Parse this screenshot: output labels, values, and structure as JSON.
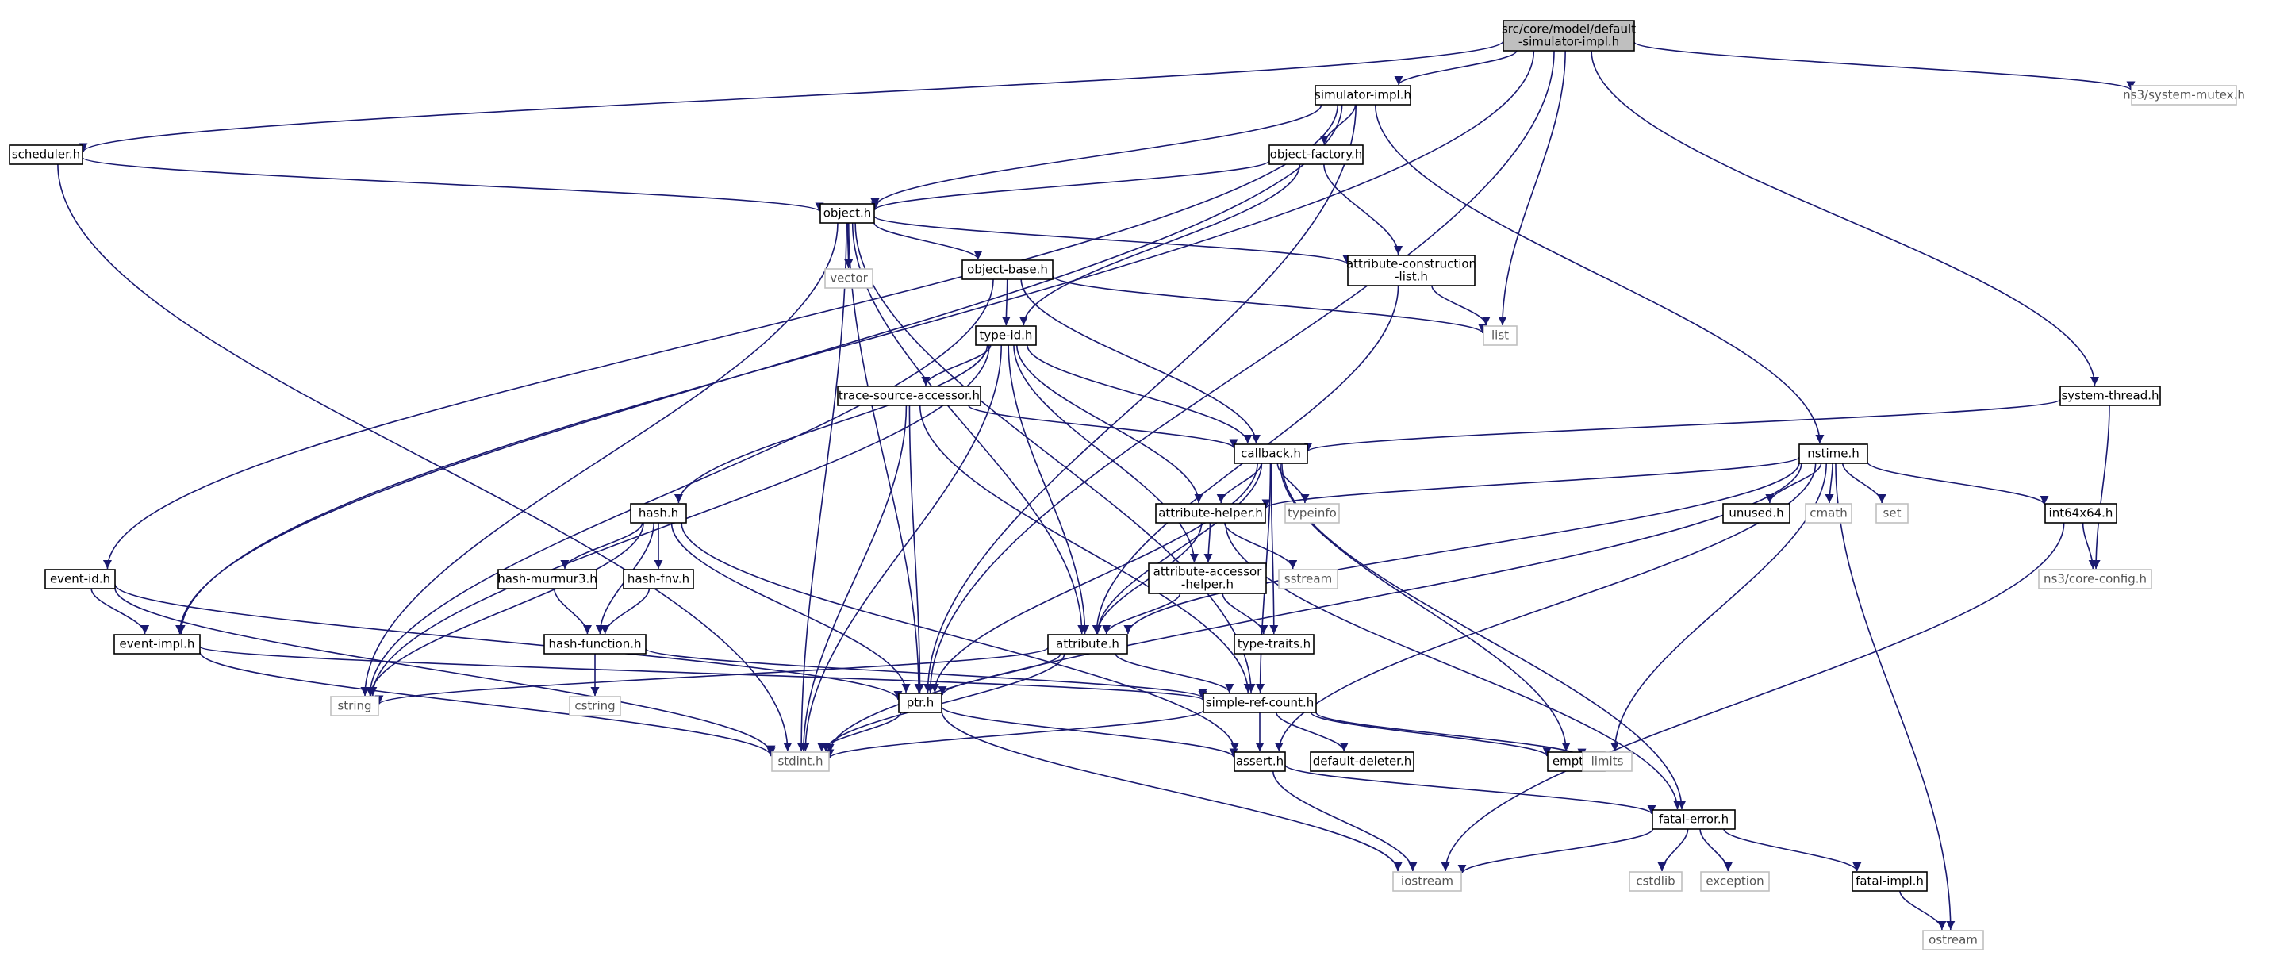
{
  "diagram": {
    "nodes": [
      {
        "id": "root",
        "lines": [
          "src/core/model/default",
          "-simulator-impl.h"
        ],
        "kind": "root"
      },
      {
        "id": "simulator_impl",
        "lines": [
          "simulator-impl.h"
        ],
        "kind": "local"
      },
      {
        "id": "system_mutex",
        "lines": [
          "ns3/system-mutex.h"
        ],
        "kind": "system"
      },
      {
        "id": "scheduler",
        "lines": [
          "scheduler.h"
        ],
        "kind": "local"
      },
      {
        "id": "object_factory",
        "lines": [
          "object-factory.h"
        ],
        "kind": "local"
      },
      {
        "id": "object",
        "lines": [
          "object.h"
        ],
        "kind": "local"
      },
      {
        "id": "vector",
        "lines": [
          "vector"
        ],
        "kind": "system"
      },
      {
        "id": "object_base",
        "lines": [
          "object-base.h"
        ],
        "kind": "local"
      },
      {
        "id": "attr_constr",
        "lines": [
          "attribute-construction",
          "-list.h"
        ],
        "kind": "local"
      },
      {
        "id": "list",
        "lines": [
          "list"
        ],
        "kind": "system"
      },
      {
        "id": "type_id",
        "lines": [
          "type-id.h"
        ],
        "kind": "local"
      },
      {
        "id": "system_thread",
        "lines": [
          "system-thread.h"
        ],
        "kind": "local"
      },
      {
        "id": "trace_source",
        "lines": [
          "trace-source-accessor.h"
        ],
        "kind": "local"
      },
      {
        "id": "callback",
        "lines": [
          "callback.h"
        ],
        "kind": "local"
      },
      {
        "id": "nstime",
        "lines": [
          "nstime.h"
        ],
        "kind": "local"
      },
      {
        "id": "hash",
        "lines": [
          "hash.h"
        ],
        "kind": "local"
      },
      {
        "id": "attr_helper",
        "lines": [
          "attribute-helper.h"
        ],
        "kind": "local"
      },
      {
        "id": "typeinfo",
        "lines": [
          "typeinfo"
        ],
        "kind": "system"
      },
      {
        "id": "unused",
        "lines": [
          "unused.h"
        ],
        "kind": "local"
      },
      {
        "id": "cmath",
        "lines": [
          "cmath"
        ],
        "kind": "system"
      },
      {
        "id": "set",
        "lines": [
          "set"
        ],
        "kind": "system"
      },
      {
        "id": "int64x64",
        "lines": [
          "int64x64.h"
        ],
        "kind": "local"
      },
      {
        "id": "event_id",
        "lines": [
          "event-id.h"
        ],
        "kind": "local"
      },
      {
        "id": "hash_murmur3",
        "lines": [
          "hash-murmur3.h"
        ],
        "kind": "local"
      },
      {
        "id": "hash_fnv",
        "lines": [
          "hash-fnv.h"
        ],
        "kind": "local"
      },
      {
        "id": "attr_accessor",
        "lines": [
          "attribute-accessor",
          "-helper.h"
        ],
        "kind": "local"
      },
      {
        "id": "sstream",
        "lines": [
          "sstream"
        ],
        "kind": "system"
      },
      {
        "id": "core_config",
        "lines": [
          "ns3/core-config.h"
        ],
        "kind": "system"
      },
      {
        "id": "event_impl",
        "lines": [
          "event-impl.h"
        ],
        "kind": "local"
      },
      {
        "id": "hash_function",
        "lines": [
          "hash-function.h"
        ],
        "kind": "local"
      },
      {
        "id": "attribute",
        "lines": [
          "attribute.h"
        ],
        "kind": "local"
      },
      {
        "id": "type_traits",
        "lines": [
          "type-traits.h"
        ],
        "kind": "local"
      },
      {
        "id": "string",
        "lines": [
          "string"
        ],
        "kind": "system"
      },
      {
        "id": "cstring",
        "lines": [
          "cstring"
        ],
        "kind": "system"
      },
      {
        "id": "ptr",
        "lines": [
          "ptr.h"
        ],
        "kind": "local"
      },
      {
        "id": "simple_ref",
        "lines": [
          "simple-ref-count.h"
        ],
        "kind": "local"
      },
      {
        "id": "stdint",
        "lines": [
          "stdint.h"
        ],
        "kind": "system"
      },
      {
        "id": "assert",
        "lines": [
          "assert.h"
        ],
        "kind": "local"
      },
      {
        "id": "default_deleter",
        "lines": [
          "default-deleter.h"
        ],
        "kind": "local"
      },
      {
        "id": "empty",
        "lines": [
          "empty.h"
        ],
        "kind": "local"
      },
      {
        "id": "limits",
        "lines": [
          "limits"
        ],
        "kind": "system"
      },
      {
        "id": "fatal_error",
        "lines": [
          "fatal-error.h"
        ],
        "kind": "local"
      },
      {
        "id": "iostream",
        "lines": [
          "iostream"
        ],
        "kind": "system"
      },
      {
        "id": "cstdlib",
        "lines": [
          "cstdlib"
        ],
        "kind": "system"
      },
      {
        "id": "exception",
        "lines": [
          "exception"
        ],
        "kind": "system"
      },
      {
        "id": "fatal_impl",
        "lines": [
          "fatal-impl.h"
        ],
        "kind": "local"
      },
      {
        "id": "ostream",
        "lines": [
          "ostream"
        ],
        "kind": "system"
      }
    ],
    "edges": [
      [
        "root",
        "simulator_impl"
      ],
      [
        "root",
        "system_mutex"
      ],
      [
        "root",
        "scheduler"
      ],
      [
        "root",
        "list"
      ],
      [
        "root",
        "system_thread"
      ],
      [
        "root",
        "ptr"
      ],
      [
        "root",
        "event_impl"
      ],
      [
        "simulator_impl",
        "object_factory"
      ],
      [
        "simulator_impl",
        "object"
      ],
      [
        "simulator_impl",
        "nstime"
      ],
      [
        "simulator_impl",
        "event_id"
      ],
      [
        "simulator_impl",
        "event_impl"
      ],
      [
        "simulator_impl",
        "ptr"
      ],
      [
        "scheduler",
        "object"
      ],
      [
        "scheduler",
        "stdint"
      ],
      [
        "object_factory",
        "object"
      ],
      [
        "object_factory",
        "attr_constr"
      ],
      [
        "object_factory",
        "type_id"
      ],
      [
        "object",
        "vector"
      ],
      [
        "object",
        "object_base"
      ],
      [
        "object",
        "attr_constr"
      ],
      [
        "object",
        "attribute"
      ],
      [
        "object",
        "ptr"
      ],
      [
        "object",
        "simple_ref"
      ],
      [
        "object",
        "string"
      ],
      [
        "object",
        "stdint"
      ],
      [
        "object_base",
        "type_id"
      ],
      [
        "object_base",
        "callback"
      ],
      [
        "object_base",
        "list"
      ],
      [
        "object_base",
        "string"
      ],
      [
        "attr_constr",
        "list"
      ],
      [
        "attr_constr",
        "attribute"
      ],
      [
        "type_id",
        "trace_source"
      ],
      [
        "type_id",
        "callback"
      ],
      [
        "type_id",
        "hash"
      ],
      [
        "type_id",
        "attr_helper"
      ],
      [
        "type_id",
        "attr_accessor"
      ],
      [
        "type_id",
        "attribute"
      ],
      [
        "type_id",
        "string"
      ],
      [
        "type_id",
        "stdint"
      ],
      [
        "system_thread",
        "callback"
      ],
      [
        "system_thread",
        "core_config"
      ],
      [
        "trace_source",
        "callback"
      ],
      [
        "trace_source",
        "ptr"
      ],
      [
        "trace_source",
        "simple_ref"
      ],
      [
        "trace_source",
        "stdint"
      ],
      [
        "callback",
        "typeinfo"
      ],
      [
        "callback",
        "attr_helper"
      ],
      [
        "callback",
        "attribute"
      ],
      [
        "callback",
        "ptr"
      ],
      [
        "callback",
        "simple_ref"
      ],
      [
        "callback",
        "type_traits"
      ],
      [
        "callback",
        "empty"
      ],
      [
        "callback",
        "fatal_error"
      ],
      [
        "nstime",
        "unused"
      ],
      [
        "nstime",
        "cmath"
      ],
      [
        "nstime",
        "set"
      ],
      [
        "nstime",
        "int64x64"
      ],
      [
        "nstime",
        "attr_helper"
      ],
      [
        "nstime",
        "attribute"
      ],
      [
        "nstime",
        "assert"
      ],
      [
        "nstime",
        "limits"
      ],
      [
        "nstime",
        "ostream"
      ],
      [
        "nstime",
        "stdint"
      ],
      [
        "hash",
        "hash_murmur3"
      ],
      [
        "hash",
        "hash_fnv"
      ],
      [
        "hash",
        "hash_function"
      ],
      [
        "hash",
        "ptr"
      ],
      [
        "hash",
        "assert"
      ],
      [
        "hash",
        "string"
      ],
      [
        "attr_helper",
        "attr_accessor"
      ],
      [
        "attr_helper",
        "sstream"
      ],
      [
        "attr_helper",
        "attribute"
      ],
      [
        "attr_helper",
        "fatal_error"
      ],
      [
        "int64x64",
        "core_config"
      ],
      [
        "int64x64",
        "iostream"
      ],
      [
        "event_id",
        "event_impl"
      ],
      [
        "event_id",
        "ptr"
      ],
      [
        "event_id",
        "stdint"
      ],
      [
        "hash_murmur3",
        "hash_function"
      ],
      [
        "hash_fnv",
        "hash_function"
      ],
      [
        "attr_accessor",
        "attribute"
      ],
      [
        "attr_accessor",
        "type_traits"
      ],
      [
        "event_impl",
        "simple_ref"
      ],
      [
        "event_impl",
        "stdint"
      ],
      [
        "hash_function",
        "cstring"
      ],
      [
        "hash_function",
        "simple_ref"
      ],
      [
        "attribute",
        "ptr"
      ],
      [
        "attribute",
        "simple_ref"
      ],
      [
        "attribute",
        "string"
      ],
      [
        "attribute",
        "stdint"
      ],
      [
        "ptr",
        "assert"
      ],
      [
        "ptr",
        "iostream"
      ],
      [
        "ptr",
        "stdint"
      ],
      [
        "simple_ref",
        "assert"
      ],
      [
        "simple_ref",
        "default_deleter"
      ],
      [
        "simple_ref",
        "empty"
      ],
      [
        "simple_ref",
        "limits"
      ],
      [
        "simple_ref",
        "stdint"
      ],
      [
        "assert",
        "fatal_error"
      ],
      [
        "assert",
        "iostream"
      ],
      [
        "fatal_error",
        "cstdlib"
      ],
      [
        "fatal_error",
        "exception"
      ],
      [
        "fatal_error",
        "fatal_impl"
      ],
      [
        "fatal_error",
        "iostream"
      ],
      [
        "fatal_impl",
        "ostream"
      ]
    ]
  }
}
